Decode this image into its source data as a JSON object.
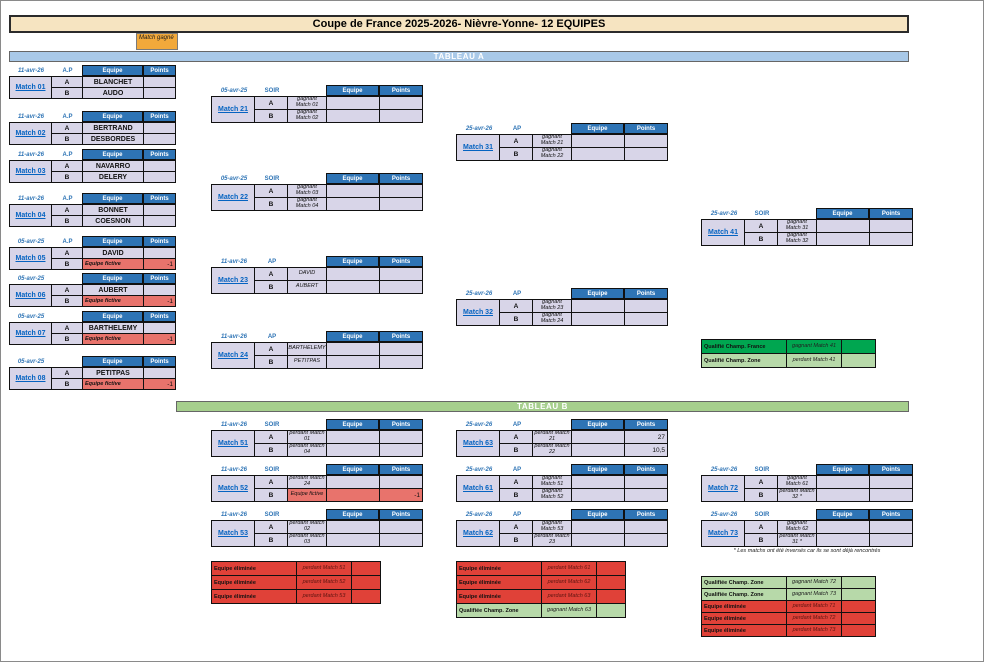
{
  "title": "Coupe de France 2025-2026- Nièvre-Yonne- 12 EQUIPES",
  "legend": {
    "match_gagne": "Match gagné"
  },
  "sections": {
    "a": "TABLEAU A",
    "b": "TABLEAU B"
  },
  "col_headers": {
    "equipe": "Equipe",
    "points": "Points"
  },
  "note": "* Les matchs ont été inversés car ils se sont déjà rencontrés",
  "colors": {
    "header_blue": "#2E74B5",
    "cell_lavender": "#D8D5E8",
    "fictive_red": "#E8736C",
    "eliminated_red": "#E04138",
    "france_green": "#00A650",
    "zone_green": "#B7D9A9",
    "bar_a_blue": "#A9C9E8",
    "bar_b_green": "#A6CF8D",
    "won_match_orange": "#F2A93B",
    "title_cream": "#F6E4C1"
  },
  "matches": {
    "m01": {
      "label": "Match 01",
      "date": "11-avr-26",
      "session": "A.P",
      "rows": [
        {
          "letter": "A",
          "team": "BLANCHET",
          "points": ""
        },
        {
          "letter": "B",
          "team": "AUDO",
          "points": ""
        }
      ]
    },
    "m02": {
      "label": "Match 02",
      "date": "11-avr-26",
      "session": "A.P",
      "rows": [
        {
          "letter": "A",
          "team": "BERTRAND",
          "points": ""
        },
        {
          "letter": "B",
          "team": "DESBORDES",
          "points": ""
        }
      ]
    },
    "m03": {
      "label": "Match 03",
      "date": "11-avr-26",
      "session": "A.P",
      "rows": [
        {
          "letter": "A",
          "team": "NAVARRO",
          "points": ""
        },
        {
          "letter": "B",
          "team": "DELERY",
          "points": ""
        }
      ]
    },
    "m04": {
      "label": "Match 04",
      "date": "11-avr-26",
      "session": "A.P",
      "rows": [
        {
          "letter": "A",
          "team": "BONNET",
          "points": ""
        },
        {
          "letter": "B",
          "team": "COESNON",
          "points": ""
        }
      ]
    },
    "m05": {
      "label": "Match 05",
      "date": "05-avr-25",
      "session": "A.P",
      "rows": [
        {
          "letter": "A",
          "team": "DAVID",
          "points": ""
        },
        {
          "letter": "B",
          "team": "Equipe fictive",
          "points": "-1",
          "fictive": true
        }
      ]
    },
    "m06": {
      "label": "Match 06",
      "date": "05-avr-25",
      "session": "",
      "rows": [
        {
          "letter": "A",
          "team": "AUBERT",
          "points": ""
        },
        {
          "letter": "B",
          "team": "Equipe fictive",
          "points": "-1",
          "fictive": true
        }
      ]
    },
    "m07": {
      "label": "Match 07",
      "date": "05-avr-25",
      "session": "",
      "rows": [
        {
          "letter": "A",
          "team": "BARTHELEMY",
          "points": ""
        },
        {
          "letter": "B",
          "team": "Equipe fictive",
          "points": "-1",
          "fictive": true
        }
      ]
    },
    "m08": {
      "label": "Match 08",
      "date": "05-avr-25",
      "session": "",
      "rows": [
        {
          "letter": "A",
          "team": "PETITPAS",
          "points": ""
        },
        {
          "letter": "B",
          "team": "Equipe fictive",
          "points": "-1",
          "fictive": true
        }
      ]
    },
    "m21": {
      "label": "Match 21",
      "date": "05-avr-25",
      "session": "SOIR",
      "rows": [
        {
          "letter": "A",
          "desc": "gagnant Match 01",
          "points": ""
        },
        {
          "letter": "B",
          "desc": "gagnant Match 02",
          "points": ""
        }
      ]
    },
    "m22": {
      "label": "Match 22",
      "date": "05-avr-25",
      "session": "SOIR",
      "rows": [
        {
          "letter": "A",
          "desc": "gagnant Match 03",
          "points": ""
        },
        {
          "letter": "B",
          "desc": "gagnant Match 04",
          "points": ""
        }
      ]
    },
    "m23": {
      "label": "Match 23",
      "date": "11-avr-26",
      "session": "AP",
      "rows": [
        {
          "letter": "A",
          "desc": "DAVID",
          "points": ""
        },
        {
          "letter": "B",
          "desc": "AUBERT",
          "points": ""
        }
      ]
    },
    "m24": {
      "label": "Match 24",
      "date": "11-avr-26",
      "session": "AP",
      "rows": [
        {
          "letter": "A",
          "desc": "BARTHELEMY",
          "points": ""
        },
        {
          "letter": "B",
          "desc": "PETITPAS",
          "points": ""
        }
      ]
    },
    "m31": {
      "label": "Match 31",
      "date": "25-avr-26",
      "session": "AP",
      "rows": [
        {
          "letter": "A",
          "desc": "gagnant Match 21",
          "points": ""
        },
        {
          "letter": "B",
          "desc": "gagnant Match 22",
          "points": ""
        }
      ]
    },
    "m32": {
      "label": "Match 32",
      "date": "25-avr-26",
      "session": "AP",
      "rows": [
        {
          "letter": "A",
          "desc": "gagnant Match 23",
          "points": ""
        },
        {
          "letter": "B",
          "desc": "gagnant Match 24",
          "points": ""
        }
      ]
    },
    "m41": {
      "label": "Match 41",
      "date": "25-avr-26",
      "session": "SOIR",
      "rows": [
        {
          "letter": "A",
          "desc": "gagnant Match 31",
          "points": ""
        },
        {
          "letter": "B",
          "desc": "gagnant Match 32",
          "points": ""
        }
      ]
    },
    "m51": {
      "label": "Match 51",
      "date": "11-avr-26",
      "session": "SOIR",
      "rows": [
        {
          "letter": "A",
          "desc": "perdant Match 01",
          "points": ""
        },
        {
          "letter": "B",
          "desc": "perdant Match 04",
          "points": ""
        }
      ]
    },
    "m52": {
      "label": "Match 52",
      "date": "11-avr-26",
      "session": "SOIR",
      "rows": [
        {
          "letter": "A",
          "desc": "perdant Match 24",
          "points": ""
        },
        {
          "letter": "B",
          "desc": "Equipe fictive",
          "points": "-1",
          "fictive": true
        }
      ]
    },
    "m53": {
      "label": "Match 53",
      "date": "11-avr-26",
      "session": "SOIR",
      "rows": [
        {
          "letter": "A",
          "desc": "perdant Match 02",
          "points": ""
        },
        {
          "letter": "B",
          "desc": "perdant Match 03",
          "points": ""
        }
      ]
    },
    "m63": {
      "label": "Match 63",
      "date": "25-avr-26",
      "session": "AP",
      "rows": [
        {
          "letter": "A",
          "desc": "perdant Match 21",
          "points": "27"
        },
        {
          "letter": "B",
          "desc": "perdant Match 22",
          "points": "10,5"
        }
      ]
    },
    "m61": {
      "label": "Match 61",
      "date": "25-avr-26",
      "session": "AP",
      "rows": [
        {
          "letter": "A",
          "desc": "gagnant Match 51",
          "points": ""
        },
        {
          "letter": "B",
          "desc": "gagnant Match 52",
          "points": ""
        }
      ]
    },
    "m62": {
      "label": "Match 62",
      "date": "25-avr-26",
      "session": "AP",
      "rows": [
        {
          "letter": "A",
          "desc": "gagnant Match 53",
          "points": ""
        },
        {
          "letter": "B",
          "desc": "perdant Match 23",
          "points": ""
        }
      ]
    },
    "m72": {
      "label": "Match 72",
      "date": "25-avr-26",
      "session": "SOIR",
      "rows": [
        {
          "letter": "A",
          "desc": "gagnant Match 61",
          "points": ""
        },
        {
          "letter": "B",
          "desc": "perdant Match 32 *",
          "points": ""
        }
      ]
    },
    "m73": {
      "label": "Match 73",
      "date": "25-avr-26",
      "session": "SOIR",
      "rows": [
        {
          "letter": "A",
          "desc": "gagnant Match 62",
          "points": ""
        },
        {
          "letter": "B",
          "desc": "perdant Match 31 *",
          "points": ""
        }
      ]
    }
  },
  "outcomes": {
    "outA": {
      "rows": [
        {
          "label": "Qualifié Champ. France",
          "desc": "gagnant Match 41",
          "type": "france"
        },
        {
          "label": "Qualifié Champ. Zone",
          "desc": "perdant Match 41",
          "type": "zone"
        }
      ]
    },
    "outB1": {
      "rows": [
        {
          "label": "Equipe éliminée",
          "desc": "perdant Match 51",
          "type": "elim"
        },
        {
          "label": "Equipe éliminée",
          "desc": "perdant Match 52",
          "type": "elim"
        },
        {
          "label": "Equipe éliminée",
          "desc": "perdant Match 53",
          "type": "elim"
        }
      ]
    },
    "outB2": {
      "rows": [
        {
          "label": "Equipe éliminée",
          "desc": "perdant Match 61",
          "type": "elim"
        },
        {
          "label": "Equipe éliminée",
          "desc": "perdant Match 62",
          "type": "elim"
        },
        {
          "label": "Equipe éliminée",
          "desc": "perdant Match 63",
          "type": "elim"
        },
        {
          "label": "Qualifiée Champ. Zone",
          "desc": "gagnant Match 63",
          "type": "zone"
        }
      ]
    },
    "outB3": {
      "rows": [
        {
          "label": "Qualifiée Champ. Zone",
          "desc": "gagnant Match 72",
          "type": "zone"
        },
        {
          "label": "Qualifiée Champ. Zone",
          "desc": "gagnant Match 73",
          "type": "zone"
        },
        {
          "label": "Equipe éliminée",
          "desc": "perdant Match 71",
          "type": "elim"
        },
        {
          "label": "Equipe éliminée",
          "desc": "perdant Match 72",
          "type": "elim"
        },
        {
          "label": "Equipe éliminée",
          "desc": "perdant Match 73",
          "type": "elim"
        }
      ]
    }
  }
}
